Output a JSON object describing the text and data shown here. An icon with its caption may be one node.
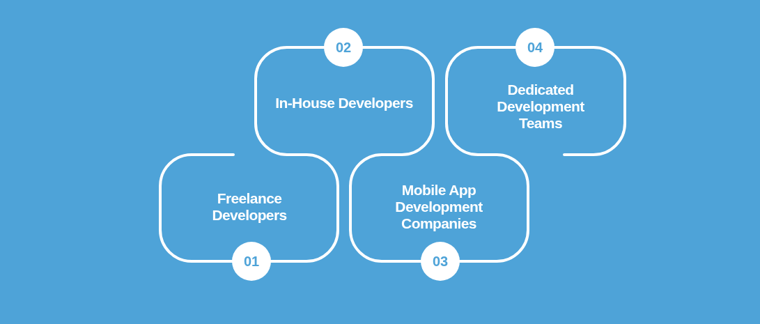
{
  "diagram": {
    "nodes": [
      {
        "text": [
          "Freelance Developers",
          "01"
        ]
      },
      {
        "text": [
          "02",
          "In-House Developers"
        ]
      },
      {
        "text": [
          "Mobile App Development Companies",
          "03"
        ]
      },
      {
        "text": [
          "04",
          "Dedicated Development Teams"
        ]
      }
    ]
  }
}
